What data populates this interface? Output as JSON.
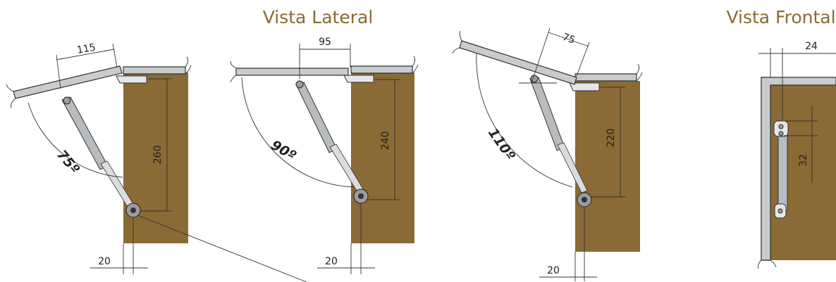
{
  "titles": {
    "lateral": "Vista Lateral",
    "frontal": "Vista Frontal"
  },
  "colors": {
    "title": "#8a6a35",
    "cabinet": "#8a6a35",
    "lid": "#c9cccd"
  },
  "views": [
    {
      "id": "view-75",
      "angle": "75º",
      "horizontal": "115",
      "vertical": "260",
      "offset": "20"
    },
    {
      "id": "view-90",
      "angle": "90º",
      "horizontal": "95",
      "vertical": "240",
      "offset": "20"
    },
    {
      "id": "view-110",
      "angle": "110º",
      "horizontal": "75",
      "vertical": "220",
      "offset": "20"
    }
  ],
  "frontal": {
    "horizontal": "24",
    "vertical": "32"
  }
}
